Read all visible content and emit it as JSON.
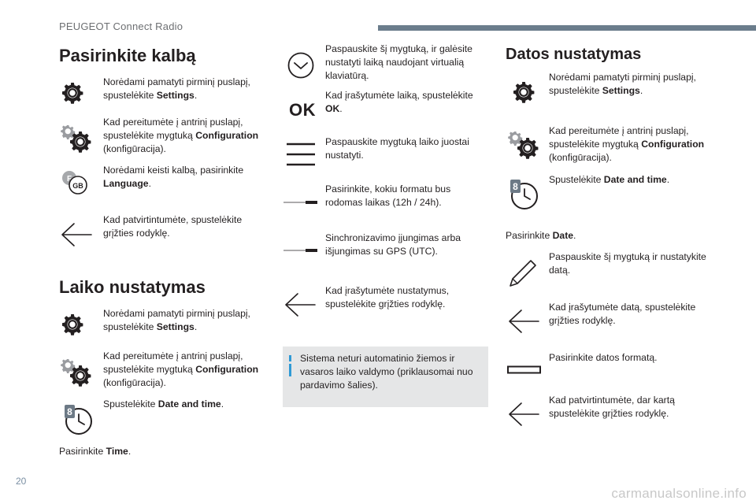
{
  "header": {
    "title": "PEUGEOT Connect Radio"
  },
  "page_number": "20",
  "watermark": "carmanualsonline.info",
  "col1": {
    "lang_title": "Pasirinkite kalbą",
    "lang_steps": [
      {
        "pre": "Norėdami pamatyti pirminį puslapį, spustelėkite ",
        "bold": "Settings",
        "post": "."
      },
      {
        "pre": "Kad pereitumėte į antrinį puslapį, spustelėkite mygtuką ",
        "bold": "Configuration",
        "post": " (konfigūracija)."
      },
      {
        "pre": "Norėdami keisti kalbą, pasirinkite ",
        "bold": "Language",
        "post": "."
      },
      {
        "pre": "Kad patvirtintumėte, spustelėkite grįžties rodyklę.",
        "bold": "",
        "post": ""
      }
    ],
    "flag_top": "F",
    "flag_bottom": "GB",
    "time_title": "Laiko nustatymas",
    "time_steps": [
      {
        "pre": "Norėdami pamatyti pirminį puslapį, spustelėkite ",
        "bold": "Settings",
        "post": "."
      },
      {
        "pre": "Kad pereitumėte į antrinį puslapį, spustelėkite mygtuką ",
        "bold": "Configuration",
        "post": " (konfigūracija)."
      },
      {
        "pre": "Spustelėkite ",
        "bold": "Date and time",
        "post": "."
      }
    ],
    "select_time": {
      "pre": "Pasirinkite ",
      "bold": "Time",
      "post": "."
    },
    "clock_badge": "8"
  },
  "col2": {
    "steps": [
      {
        "pre": "Paspauskite šį mygtuką, ir galėsite nustatyti laiką naudojant virtualią klaviatūrą.",
        "bold": "",
        "post": ""
      },
      {
        "pre": "Kad įrašytumėte laiką, spustelėkite ",
        "bold": "OK",
        "post": "."
      },
      {
        "pre": "Paspauskite mygtuką laiko juostai nustatyti.",
        "bold": "",
        "post": ""
      },
      {
        "pre": "Pasirinkite, kokiu formatu bus rodomas laikas (12h / 24h).",
        "bold": "",
        "post": ""
      },
      {
        "pre": "Sinchronizavimo įjungimas arba išjungimas su GPS (UTC).",
        "bold": "",
        "post": ""
      },
      {
        "pre": "Kad įrašytumėte nustatymus, spustelėkite grįžties rodyklę.",
        "bold": "",
        "post": ""
      }
    ],
    "ok_label": "OK",
    "info": "Sistema neturi automatinio žiemos ir vasaros laiko valdymo (priklausomai nuo pardavimo šalies)."
  },
  "col3": {
    "title": "Datos nustatymas",
    "steps": [
      {
        "pre": "Norėdami pamatyti pirminį puslapį, spustelėkite ",
        "bold": "Settings",
        "post": "."
      },
      {
        "pre": "Kad pereitumėte į antrinį puslapį, spustelėkite mygtuką ",
        "bold": "Configuration",
        "post": " (konfigūracija)."
      },
      {
        "pre": "Spustelėkite ",
        "bold": "Date and time",
        "post": "."
      }
    ],
    "select_date": {
      "pre": "Pasirinkite ",
      "bold": "Date",
      "post": "."
    },
    "date_steps": [
      {
        "pre": "Paspauskite šį mygtuką ir nustatykite datą.",
        "bold": "",
        "post": ""
      },
      {
        "pre": "Kad įrašytumėte datą, spustelėkite grįžties rodyklę.",
        "bold": "",
        "post": ""
      },
      {
        "pre": "Pasirinkite datos formatą.",
        "bold": "",
        "post": ""
      },
      {
        "pre": "Kad patvirtintumėte, dar kartą spustelėkite grįžties rodyklę.",
        "bold": "",
        "post": ""
      }
    ],
    "clock_badge": "8"
  },
  "colors": {
    "text": "#231f20",
    "header_bar": "#6b7d8c",
    "info_bg": "#e5e6e7",
    "info_accent": "#2f9ad5",
    "badge": "#6d7a86"
  }
}
